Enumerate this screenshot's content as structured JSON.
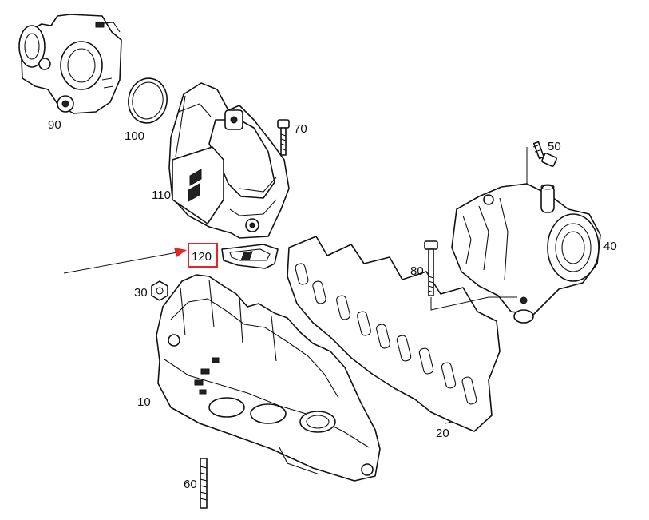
{
  "diagram": {
    "callouts": [
      "90",
      "100",
      "70",
      "50",
      "110",
      "120",
      "30",
      "80",
      "40",
      "10",
      "20",
      "60"
    ],
    "highlight": {
      "callout": "120",
      "box_color": "#e32626",
      "arrow_color": "#e32626"
    }
  },
  "icons": {
    "throttle_body": "throttle-body-icon",
    "o_ring": "o-ring-seal-icon",
    "egr_housing": "egr-housing-icon",
    "gasket_small": "flange-gasket-icon",
    "intake_manifold": "intake-manifold-icon",
    "manifold_gasket": "manifold-gasket-icon",
    "egr_valve": "egr-valve-icon",
    "bolt": "bolt-icon",
    "nut": "nut-icon",
    "stud": "stud-icon"
  }
}
